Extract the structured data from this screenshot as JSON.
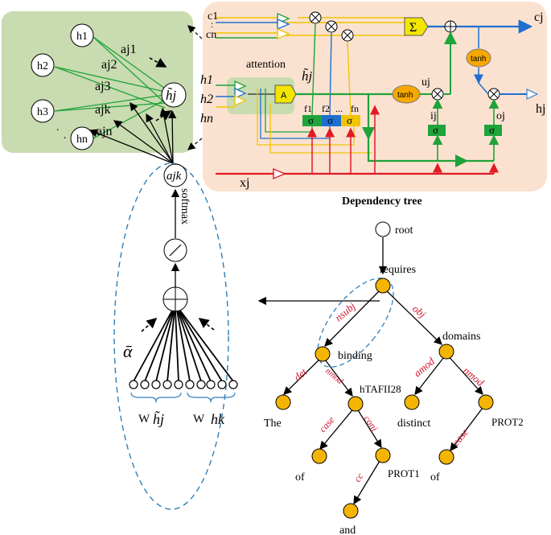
{
  "colors": {
    "red": "#e01b24",
    "green": "#1fa33a",
    "blue": "#1f6fd1",
    "yellow": "#f2c400",
    "orange": "#f6a800",
    "node": "#f5b400",
    "panel_green": "#c9dbb0",
    "panel_peach": "#fbe2d0",
    "ellipse": "#2e7fb8"
  },
  "left_panel": {
    "nodes": [
      "h1",
      "h2",
      "h3",
      "hn"
    ],
    "dots": ".",
    "weights": [
      "aj1",
      "aj2",
      "aj3",
      "ajk",
      "ajn"
    ],
    "target": "h̃j"
  },
  "lstm": {
    "c_inputs": [
      "c1",
      "cn"
    ],
    "dots": ":",
    "h_inputs": [
      "h1",
      "h2",
      "hn"
    ],
    "attention_label": "attention",
    "attention_out": "h̃j",
    "A": "A",
    "sum": "Σ",
    "tanh_top": "tanh",
    "tanh_mid": "tanh",
    "u": "uj",
    "i": "ij",
    "o": "oj",
    "f": [
      "f1",
      "f2",
      "...",
      "fn"
    ],
    "sigma": "σ",
    "x": "xj",
    "c_out": "cj",
    "h_out": "hj",
    "caption": "Dependency tree"
  },
  "attention_block": {
    "a": "ajk",
    "softmax": "softmax",
    "alpha": "ᾱ",
    "w1": "W",
    "h1": "h̃j",
    "w2": "W",
    "h2": "hk"
  },
  "tree": {
    "nodes": [
      "root",
      "requires",
      "binding",
      "domains",
      "The",
      "hTAFII28",
      "distinct",
      "PROT2",
      "of",
      "PROT1",
      "of",
      "and"
    ],
    "edges": [
      "nsubj",
      "obj",
      "det",
      "nmod",
      "amod",
      "nmod",
      "case",
      "conj",
      "case",
      "cc"
    ]
  }
}
